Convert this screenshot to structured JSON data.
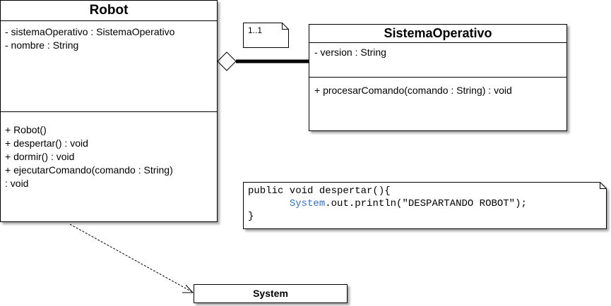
{
  "robot": {
    "name": "Robot",
    "attributes": [
      "- sistemaOperativo : SistemaOperativo",
      "- nombre : String"
    ],
    "operations": [
      "+ Robot()",
      "+ despertar() : void",
      "+ dormir() : void",
      "+ ejecutarComando(comando : String)",
      ": void"
    ]
  },
  "sistema_operativo": {
    "name": "SistemaOperativo",
    "attributes": [
      "- version : String"
    ],
    "operations": [
      "+ procesarComando(comando : String) : void"
    ]
  },
  "system": {
    "name": "System"
  },
  "multiplicity_note": {
    "text": "1..1"
  },
  "code_note": {
    "line1": "public void despertar(){",
    "line2_indent": "       ",
    "line2_class": "System",
    "line2_rest": ".out.println(\"DESPARTANDO ROBOT\");",
    "line3": "}"
  },
  "colors": {
    "border": "#000000",
    "background": "#ffffff",
    "keyword_class": "#2f6fd0"
  }
}
